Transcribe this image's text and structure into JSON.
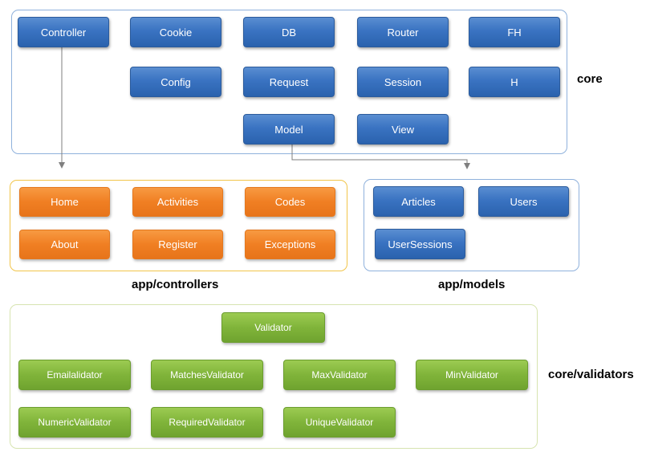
{
  "core": {
    "label": "core",
    "buttons": [
      "Controller",
      "Cookie",
      "DB",
      "Router",
      "FH",
      "Config",
      "Request",
      "Session",
      "H",
      "Model",
      "View"
    ]
  },
  "controllers": {
    "label": "app/controllers",
    "buttons": [
      "Home",
      "Activities",
      "Codes",
      "About",
      "Register",
      "Exceptions"
    ]
  },
  "models": {
    "label": "app/models",
    "buttons": [
      "Articles",
      "Users",
      "UserSessions"
    ]
  },
  "validators": {
    "label": "core/validators",
    "buttons": [
      "Validator",
      "Emailalidator",
      "MatchesValidator",
      "MaxValidator",
      "MinValidator",
      "NumericValidator",
      "RequiredValidator",
      "UniqueValidator"
    ]
  },
  "colors": {
    "core_blue": "#3a73c2",
    "controller_orange": "#f07f23",
    "validator_green": "#80b43a",
    "core_border": "#8fb1dc",
    "controllers_border": "#f1c54a",
    "validators_border": "#d7e4b0",
    "arrow": "#7f7f7f"
  }
}
